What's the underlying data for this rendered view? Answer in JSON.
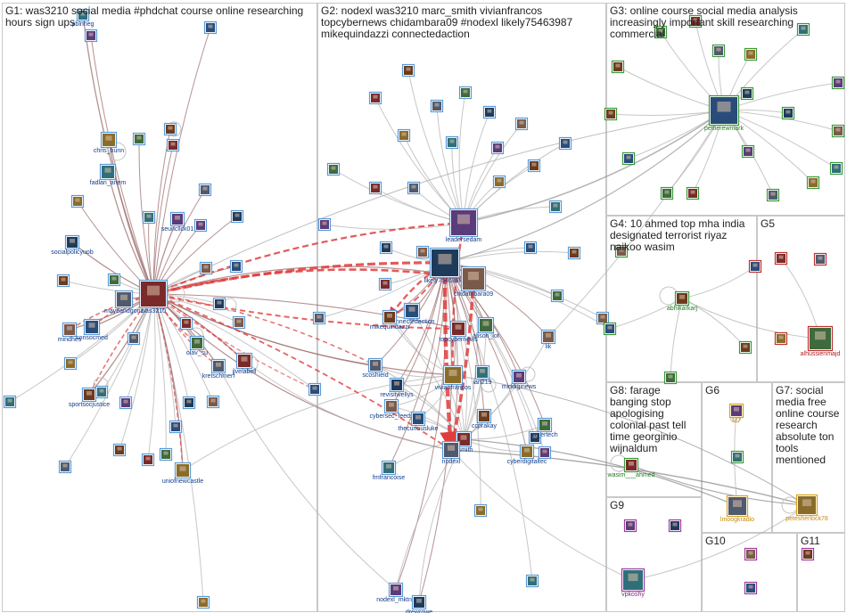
{
  "colors": {
    "group_border": "#c8c8c8",
    "edge": "#b4b4b4",
    "edge_strong": "#9e6e6e",
    "edge_highlight": "#e03c3c",
    "label_blue": "#103d8c",
    "label_green": "#1f7a1f",
    "label_red": "#b01c1c",
    "label_orange": "#c58a0a",
    "label_purple": "#7a1f7a"
  },
  "groups": [
    {
      "id": "G1",
      "title": "G1: was3210 social media #phdchat course online researching hours sign ups"
    },
    {
      "id": "G2",
      "title": "G2: nodexl was3210 marc_smith vivianfrancos topcybernews chidambara09 #nodexl likely75463987 mikequindazzi connectedaction"
    },
    {
      "id": "G3",
      "title": "G3: online course social media analysis increasingly important skill researching commercial"
    },
    {
      "id": "G4",
      "title": "G4: 10 ahmed top mha india designated terrorist riyaz naikoo wasim"
    },
    {
      "id": "G5",
      "title": "G5"
    },
    {
      "id": "G8",
      "title": "G8: farage banging stop apologising colonial past tell time georginio wijnaldum"
    },
    {
      "id": "G6",
      "title": "G6"
    },
    {
      "id": "G7",
      "title": "G7: social media free online course research absolute ton tools mentioned"
    },
    {
      "id": "G9",
      "title": "G9"
    },
    {
      "id": "G10",
      "title": "G10"
    },
    {
      "id": "G11",
      "title": "G11"
    }
  ],
  "nodes": [
    {
      "id": "was3210",
      "label": "was3210",
      "color": "blue"
    },
    {
      "id": "mayeandgonz",
      "label": "mayeandgonz",
      "color": "blue"
    },
    {
      "id": "chris_bunn",
      "label": "chris_bunn",
      "color": "blue"
    },
    {
      "id": "fadlan_anem",
      "label": "fadlan_anem",
      "color": "blue"
    },
    {
      "id": "seuncllck01",
      "label": "seuncllck01",
      "color": "blue"
    },
    {
      "id": "socialpolicyuob",
      "label": "socialpolicyuob",
      "color": "blue"
    },
    {
      "id": "mindhes",
      "label": "mindhes",
      "color": "blue"
    },
    {
      "id": "sonsocmed",
      "label": "sonsocmed",
      "color": "blue"
    },
    {
      "id": "sportsocjustice",
      "label": "sportsocjustice",
      "color": "blue"
    },
    {
      "id": "olav_su",
      "label": "olav_su",
      "color": "blue"
    },
    {
      "id": "jlvelabell",
      "label": "jlvelabell",
      "color": "blue"
    },
    {
      "id": "kretschmerf",
      "label": "kretschmerf",
      "color": "blue"
    },
    {
      "id": "uniofnewcastle",
      "label": "uniofnewcastle",
      "color": "blue"
    },
    {
      "id": "pblnheg",
      "label": "pblnheg",
      "color": "blue"
    },
    {
      "id": "leadersedam",
      "label": "leadersedam",
      "color": "blue"
    },
    {
      "id": "likely75463987",
      "label": "likely75463987",
      "color": "blue"
    },
    {
      "id": "chidambara09",
      "label": "chidambara09",
      "color": "blue"
    },
    {
      "id": "connectedaction",
      "label": "connectedaction",
      "color": "blue"
    },
    {
      "id": "mikequindazzi",
      "label": "mikequindazzi",
      "color": "blue"
    },
    {
      "id": "alison_lot",
      "label": "alison_lot",
      "color": "blue"
    },
    {
      "id": "topcybernews",
      "label": "topcybernews",
      "color": "blue"
    },
    {
      "id": "scoshield",
      "label": "scoshield",
      "color": "blue"
    },
    {
      "id": "vivianfrancos",
      "label": "vivianfrancos",
      "color": "blue"
    },
    {
      "id": "ian219",
      "label": "ian219",
      "color": "blue"
    },
    {
      "id": "middiginews",
      "label": "middiginews",
      "color": "blue"
    },
    {
      "id": "revisitwellys",
      "label": "revisitwellys",
      "color": "blue"
    },
    {
      "id": "cybersec_feeds",
      "label": "cybersec_feeds",
      "color": "blue"
    },
    {
      "id": "thecuriousluke",
      "label": "thecuriousluke",
      "color": "blue"
    },
    {
      "id": "ccprakay",
      "label": "ccprakay",
      "color": "blue"
    },
    {
      "id": "vr_ertech",
      "label": "vr_ertech",
      "color": "blue"
    },
    {
      "id": "marc_smith",
      "label": "_smith",
      "color": "blue"
    },
    {
      "id": "nodexl",
      "label": "nodexl",
      "color": "blue"
    },
    {
      "id": "cyberdigitaltec",
      "label": "cyberdigitaltec",
      "color": "blue"
    },
    {
      "id": "fmfrancoise",
      "label": "fmfrancoise",
      "color": "blue"
    },
    {
      "id": "nodexl_mktng",
      "label": "nodexl_mktng",
      "color": "blue"
    },
    {
      "id": "drewrowe",
      "label": "drewrowe",
      "color": "blue"
    },
    {
      "id": "lik",
      "label": "lik",
      "color": "blue"
    },
    {
      "id": "pettierewmark",
      "label": "pettierewmark",
      "color": "green"
    },
    {
      "id": "abhikarkarj",
      "label": "abhikarkarj",
      "color": "green"
    },
    {
      "id": "alhussienmajd",
      "label": "alhussienmajd",
      "color": "red"
    },
    {
      "id": "wasim_ahmed",
      "label": "wasim___ahmed",
      "color": "green"
    },
    {
      "id": "lmoogkradio",
      "label": "lmoogkradio",
      "color": "orange"
    },
    {
      "id": "petesherlock78",
      "label": "petesherlock78",
      "color": "orange"
    },
    {
      "id": "vpkoshy",
      "label": "vpkoshy",
      "color": "purple"
    },
    {
      "id": "m7",
      "label": "M7",
      "color": "orange"
    }
  ]
}
